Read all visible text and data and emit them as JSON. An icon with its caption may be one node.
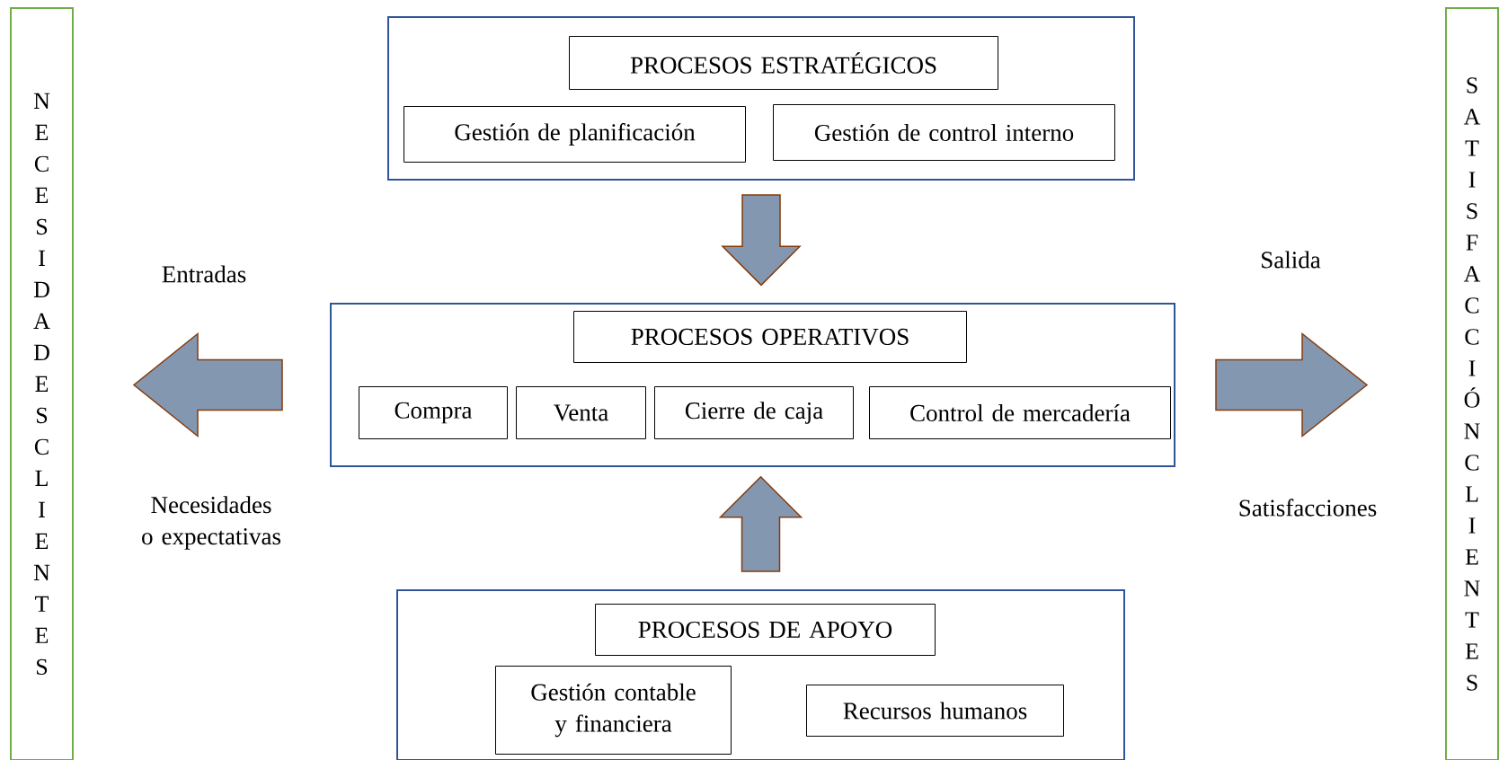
{
  "diagram": {
    "nodes": [
      {
        "text": [
          "NECESIDADES CLIENTES"
        ]
      },
      {
        "text": [],
        "shape": "box"
      },
      {
        "text": [
          "PROCESOS ESTRATÉGICOS"
        ],
        "in": 1
      },
      {
        "text": [
          "Gestión de planificación"
        ],
        "in": 1
      },
      {
        "text": [
          "Gestión de control interno"
        ],
        "in": 1
      },
      {
        "text": [],
        "shape": "box"
      },
      {
        "text": [
          "PROCESOS OPERATIVOS"
        ],
        "in": 5
      },
      {
        "text": [
          "Compra"
        ],
        "in": 5
      },
      {
        "text": [
          "Venta"
        ],
        "in": 5
      },
      {
        "text": [
          "Cierre de caja"
        ],
        "in": 5
      },
      {
        "text": [
          "Control de mercadería"
        ],
        "in": 5
      },
      {
        "text": [],
        "shape": "box"
      },
      {
        "text": [
          "PROCESOS DE APOYO"
        ],
        "in": 11
      },
      {
        "text": [
          "Gestión contable y financiera"
        ],
        "in": 11
      },
      {
        "text": [
          "Recursos humanos"
        ],
        "in": 11
      },
      {
        "text": [
          "SATISFACCIÓN CLIENTES"
        ]
      }
    ],
    "edges": [
      {
        "from": 1,
        "to": 5,
        "arrow": "to"
      },
      {
        "from": 11,
        "to": 5,
        "arrow": "to"
      },
      {
        "from": 5,
        "to": 0,
        "arrow": "to"
      },
      {
        "from": 5,
        "to": 15,
        "arrow": "to"
      }
    ],
    "labels": [
      "Entradas",
      "Salida",
      "Necesidades o expectativas",
      "Satisfacciones"
    ]
  }
}
